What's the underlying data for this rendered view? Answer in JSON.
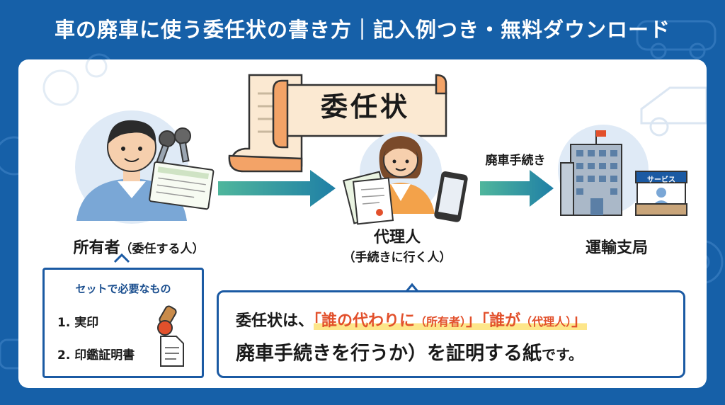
{
  "header": {
    "title": "車の廃車に使う委任状の書き方｜記入例つき・無料ダウンロード"
  },
  "document": {
    "title": "委任状"
  },
  "owner": {
    "label": "所有者",
    "sub": "（委任する人）"
  },
  "agent": {
    "label": "代理人",
    "sub": "（手続きに行く人）"
  },
  "procedure": {
    "label": "廃車手続き"
  },
  "office": {
    "label": "運輸支局",
    "service_sign": "サービス"
  },
  "required": {
    "title": "セットで必要なもの",
    "items": [
      "1. 実印",
      "2. 印鑑証明書"
    ]
  },
  "explanation": {
    "prefix": "委任状は、",
    "part1": "「誰の代わりに",
    "part1_small": "（所有者）",
    "part1_end": "」",
    "part2": "「誰が",
    "part2_small": "（代理人）",
    "part2_end": "」",
    "line2": "廃車手続きを行うか",
    "line2_mid": "）を証明する紙",
    "line2_tail": "です。"
  },
  "colors": {
    "brand_blue": "#1660a8",
    "highlight_text": "#e2502b",
    "highlight_marker": "#fde68a",
    "arrow": "#2f9a96",
    "scroll": "#fbe9d2"
  }
}
